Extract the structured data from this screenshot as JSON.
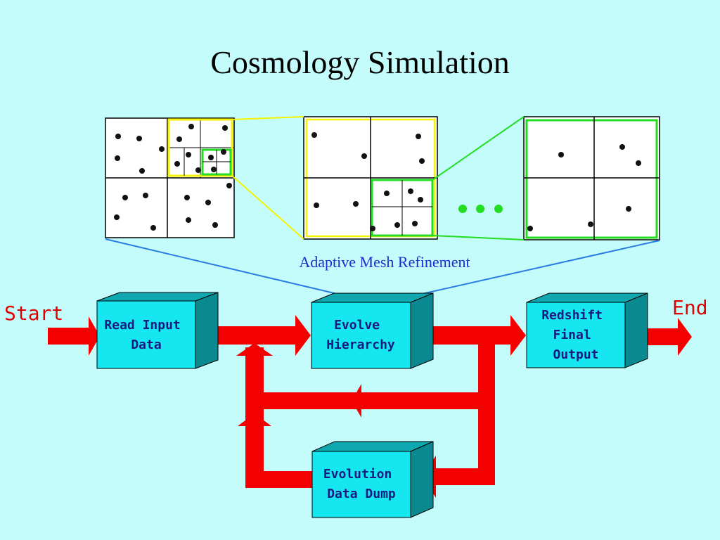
{
  "title": "Cosmology Simulation",
  "caption": "Adaptive Mesh Refinement",
  "flow": {
    "start_label": "Start",
    "end_label": "End",
    "boxes": {
      "read_input": [
        "Read Input",
        "Data"
      ],
      "evolve": [
        "Evolve",
        "Hierarchy"
      ],
      "redshift": [
        "Redshift",
        "Final",
        "Output"
      ],
      "dump": [
        "Evolution",
        "Data Dump"
      ]
    }
  },
  "colors": {
    "background": "#c4fcfc",
    "box_front": "#15e6f0",
    "box_top": "#10a8b0",
    "box_side": "#0a8a90",
    "arrow": "#f40000",
    "label_blue": "#1d2bd0",
    "grid_green": "#22dd22",
    "grid_yellow": "#f4f400"
  }
}
